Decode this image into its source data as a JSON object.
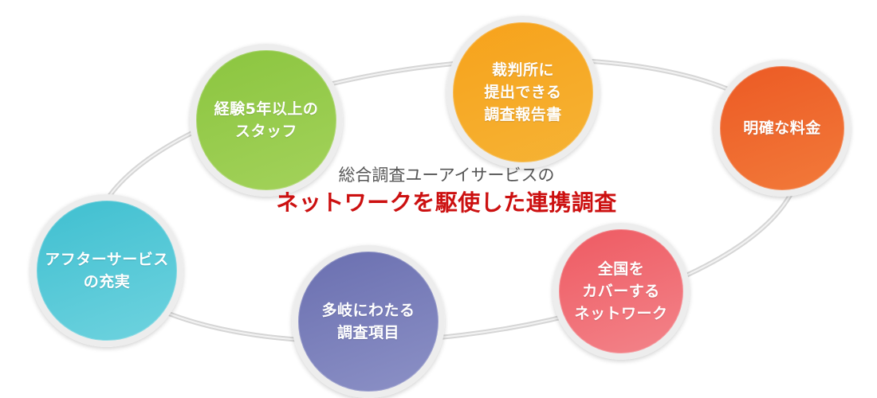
{
  "center": {
    "subtitle": "総合調査ユーアイサービスの",
    "title": "ネットワークを駆使した連携調査"
  },
  "circles": [
    {
      "label": "裁判所に\n提出できる\n調査報告書",
      "color_top": "#f7a21b",
      "color_bottom": "#f5b335"
    },
    {
      "label": "経験5年以上の\nスタッフ",
      "color_top": "#8bc53f",
      "color_bottom": "#a3d25b"
    },
    {
      "label": "明確な料金",
      "color_top": "#ec5a24",
      "color_bottom": "#f27a3a"
    },
    {
      "label": "アフターサービス\nの充実",
      "color_top": "#3fbfd0",
      "color_bottom": "#6fd3df"
    },
    {
      "label": "多岐にわたる\n調査項目",
      "color_top": "#6a6fb0",
      "color_bottom": "#8c91c6"
    },
    {
      "label": "全国を\nカバーする\nネットワーク",
      "color_top": "#ee5a62",
      "color_bottom": "#f3848a"
    }
  ],
  "colors": {
    "ring": "#d9d9d9",
    "title_red": "#cc1010"
  }
}
